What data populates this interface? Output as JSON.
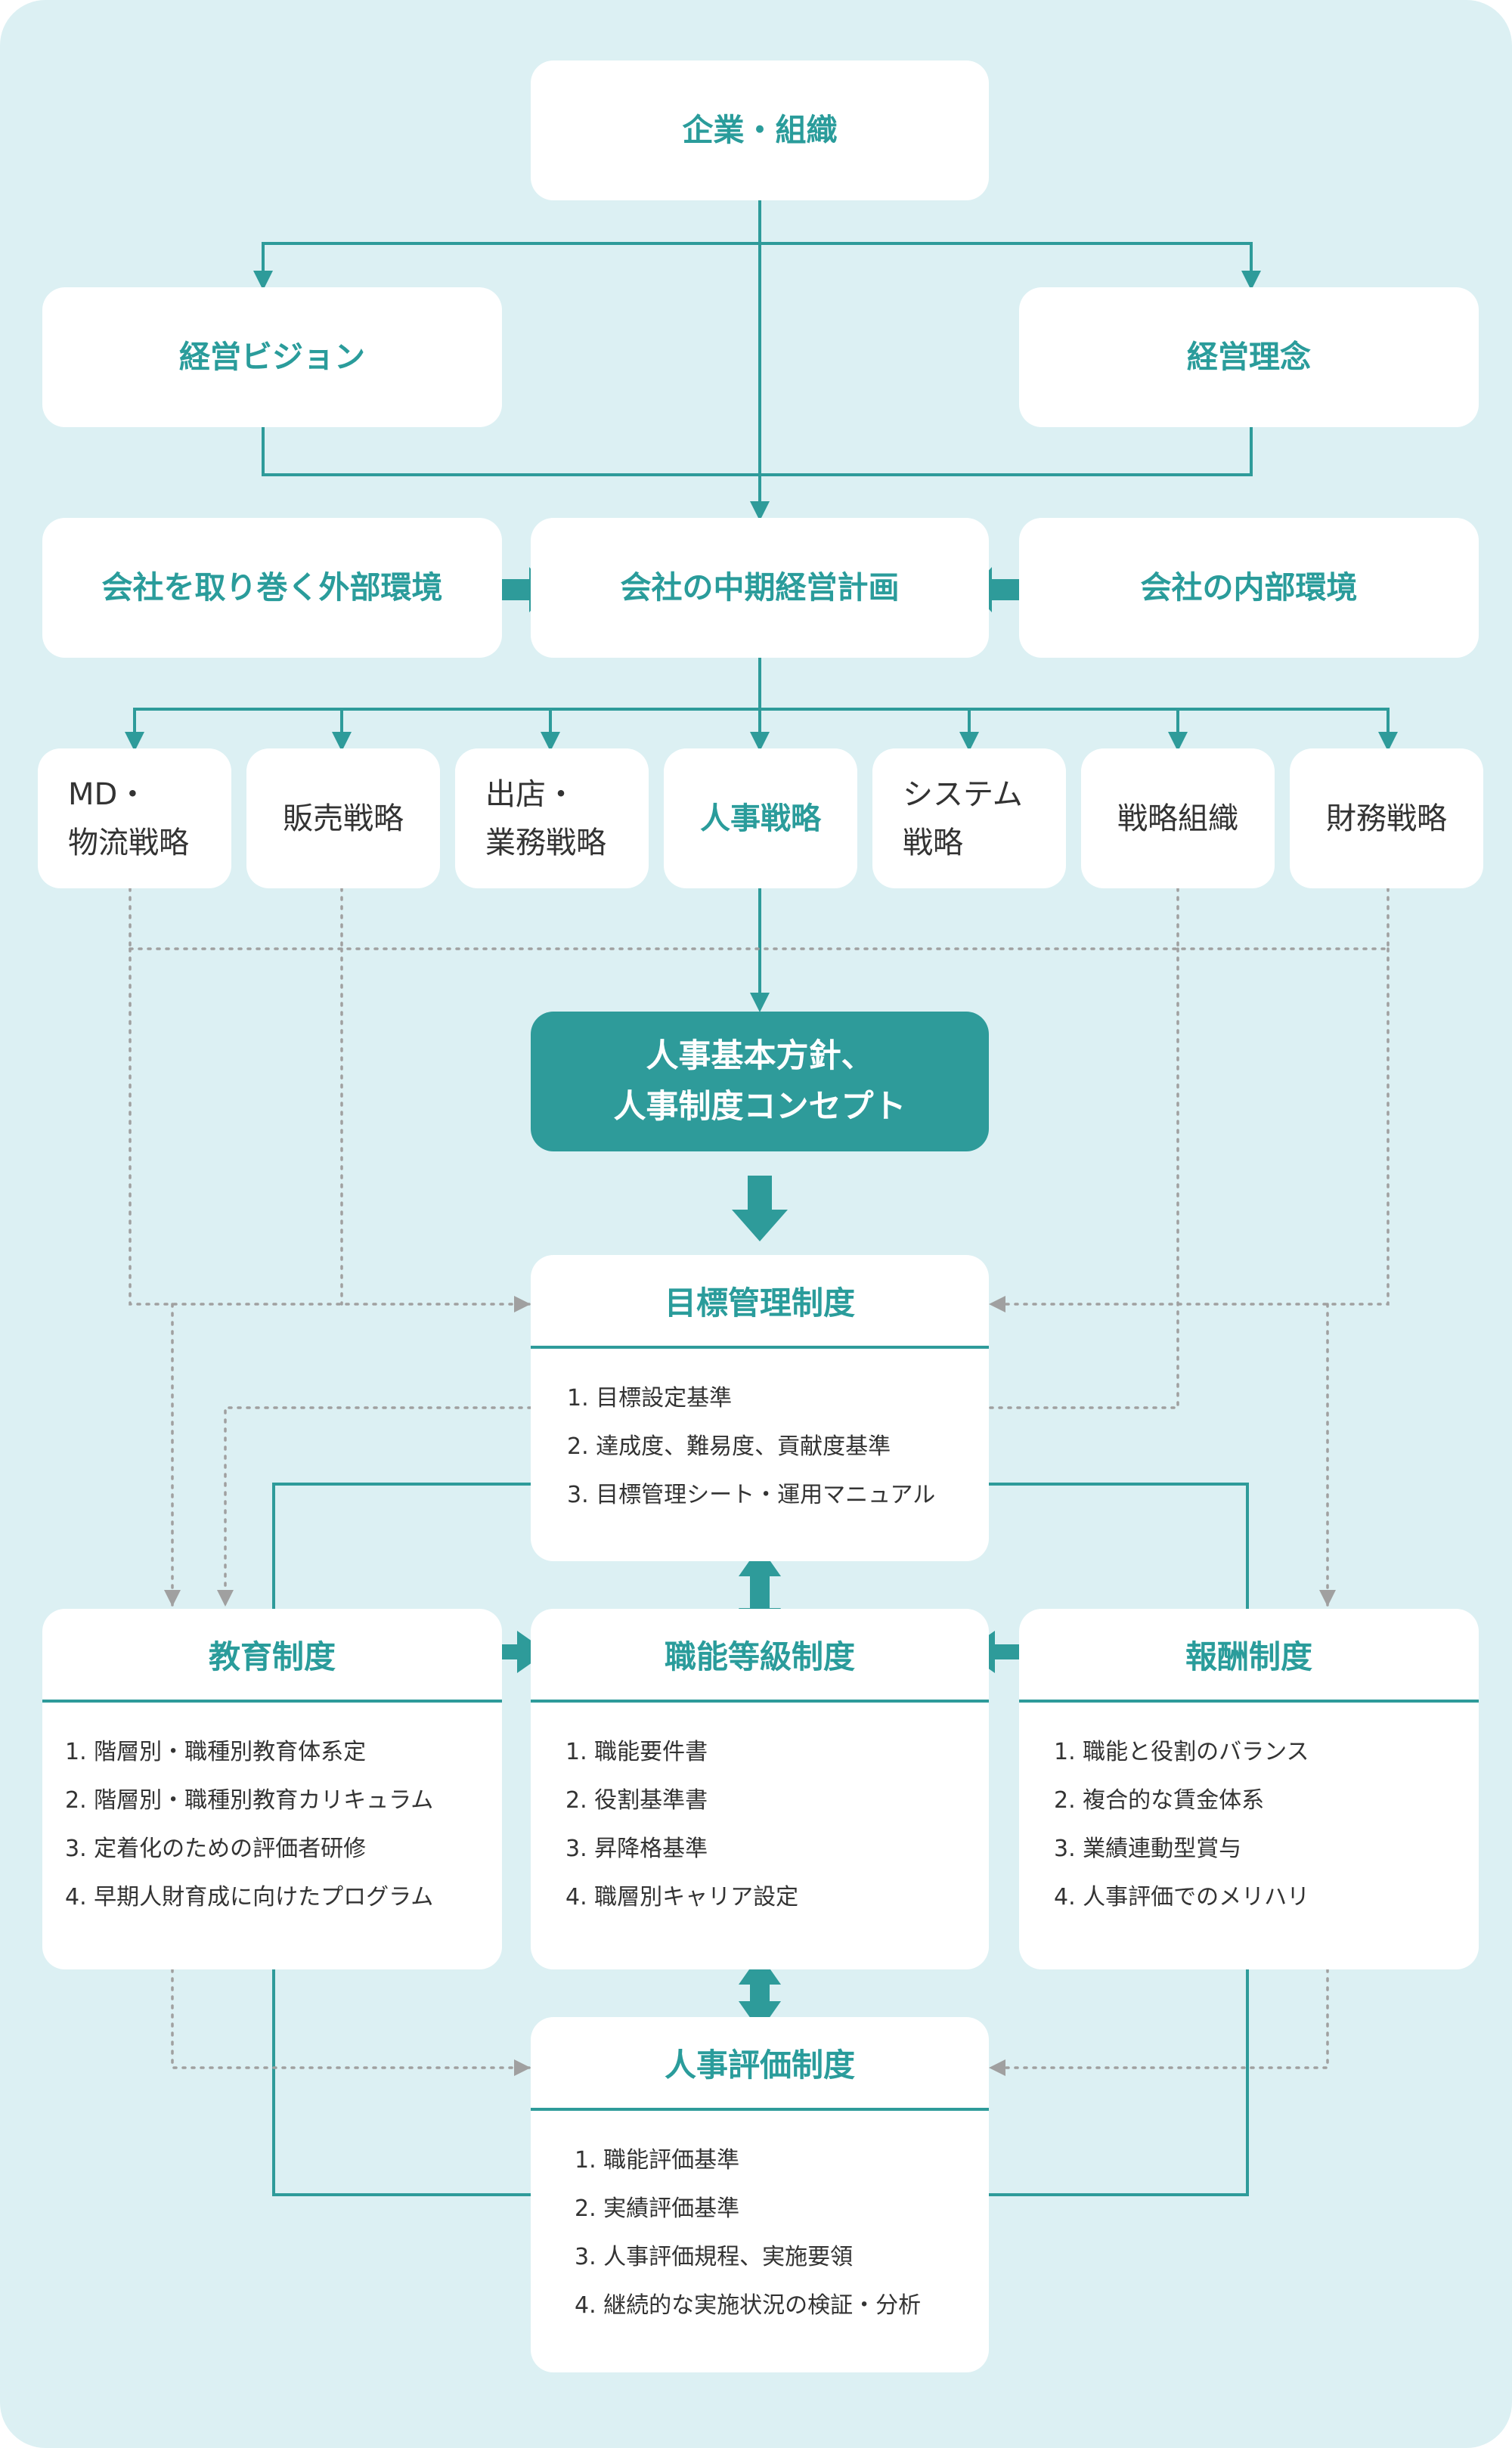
{
  "colors": {
    "background": "#dcf0f3",
    "box": "#ffffff",
    "accent": "#2e9b9a",
    "accent_text": "#2a9c9b",
    "body_text": "#333333",
    "dotted_line": "#a0a0a0"
  },
  "top": {
    "org": "企業・組織"
  },
  "level2": {
    "vision": "経営ビジョン",
    "philosophy": "経営理念"
  },
  "level3": {
    "external": "会社を取り巻く外部環境",
    "plan": "会社の中期経営計画",
    "internal": "会社の内部環境"
  },
  "strategies": [
    {
      "line1": "MD・",
      "line2": "物流戦略"
    },
    {
      "line1": "販売戦略",
      "line2": ""
    },
    {
      "line1": "出店・",
      "line2": "業務戦略"
    },
    {
      "line1": "人事戦略",
      "line2": ""
    },
    {
      "line1": "システム",
      "line2": "戦略"
    },
    {
      "line1": "戦略組織",
      "line2": ""
    },
    {
      "line1": "財務戦略",
      "line2": ""
    }
  ],
  "policy": {
    "line1": "人事基本方針、",
    "line2": "人事制度コンセプト"
  },
  "objectives": {
    "title": "目標管理制度",
    "items": [
      "1. 目標設定基準",
      "2. 達成度、難易度、貢献度基準",
      "3. 目標管理シート・運用マニュアル"
    ]
  },
  "education": {
    "title": "教育制度",
    "items": [
      "1. 階層別・職種別教育体系定",
      "2. 階層別・職種別教育カリキュラム",
      "3. 定着化のための評価者研修",
      "4. 早期人財育成に向けたプログラム"
    ]
  },
  "grading": {
    "title": "職能等級制度",
    "items": [
      "1. 職能要件書",
      "2. 役割基準書",
      "3. 昇降格基準",
      "4. 職層別キャリア設定"
    ]
  },
  "compensation": {
    "title": "報酬制度",
    "items": [
      "1. 職能と役割のバランス",
      "2. 複合的な賃金体系",
      "3. 業績連動型賞与",
      "4. 人事評価でのメリハリ"
    ]
  },
  "evaluation": {
    "title": "人事評価制度",
    "items": [
      "1. 職能評価基準",
      "2. 実績評価基準",
      "3. 人事評価規程、実施要領",
      "4. 継続的な実施状況の検証・分析"
    ]
  }
}
